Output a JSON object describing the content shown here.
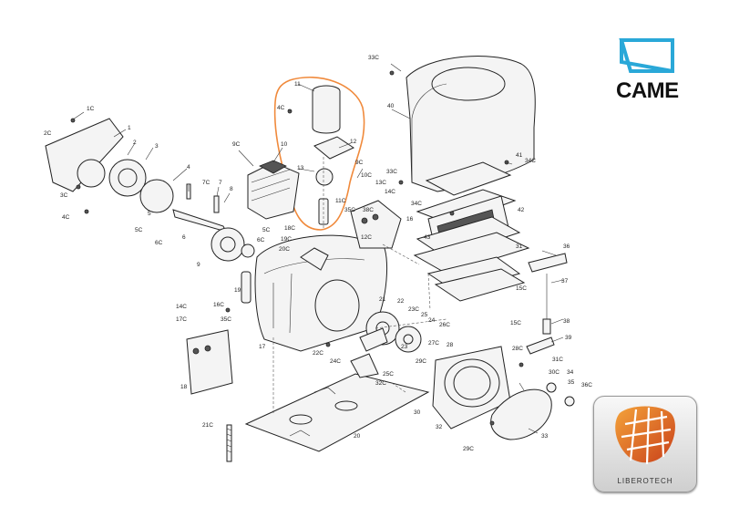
{
  "brand": {
    "name": "CAME",
    "accent": "#2aa8d8",
    "highlight": "#f08a3c"
  },
  "badge": {
    "name": "LIBEROTECH",
    "colors": [
      "#e8541e",
      "#f4a33a"
    ]
  },
  "labels": [
    "1C",
    "1",
    "2C",
    "2",
    "3",
    "3C",
    "4C",
    "4",
    "5",
    "5C",
    "6C",
    "6",
    "7",
    "7C",
    "8",
    "9",
    "9C",
    "10",
    "11",
    "4C",
    "12",
    "13",
    "9C",
    "10C",
    "33C",
    "40",
    "33C",
    "41",
    "34C",
    "42",
    "43",
    "34C",
    "11C",
    "13C",
    "14C",
    "35C",
    "38C",
    "16",
    "12C",
    "31",
    "36",
    "15C",
    "37",
    "15C",
    "38",
    "39",
    "28C",
    "31C",
    "30C",
    "34",
    "35",
    "36C",
    "14C",
    "17C",
    "16C",
    "35C",
    "18",
    "17",
    "21",
    "22",
    "23C",
    "25",
    "24",
    "26C",
    "23",
    "27C",
    "28",
    "29C",
    "24C",
    "25C",
    "30",
    "32",
    "33",
    "29C",
    "21C",
    "20",
    "19",
    "18C",
    "19C",
    "20C",
    "22C",
    "32C",
    "5C",
    "6C"
  ]
}
